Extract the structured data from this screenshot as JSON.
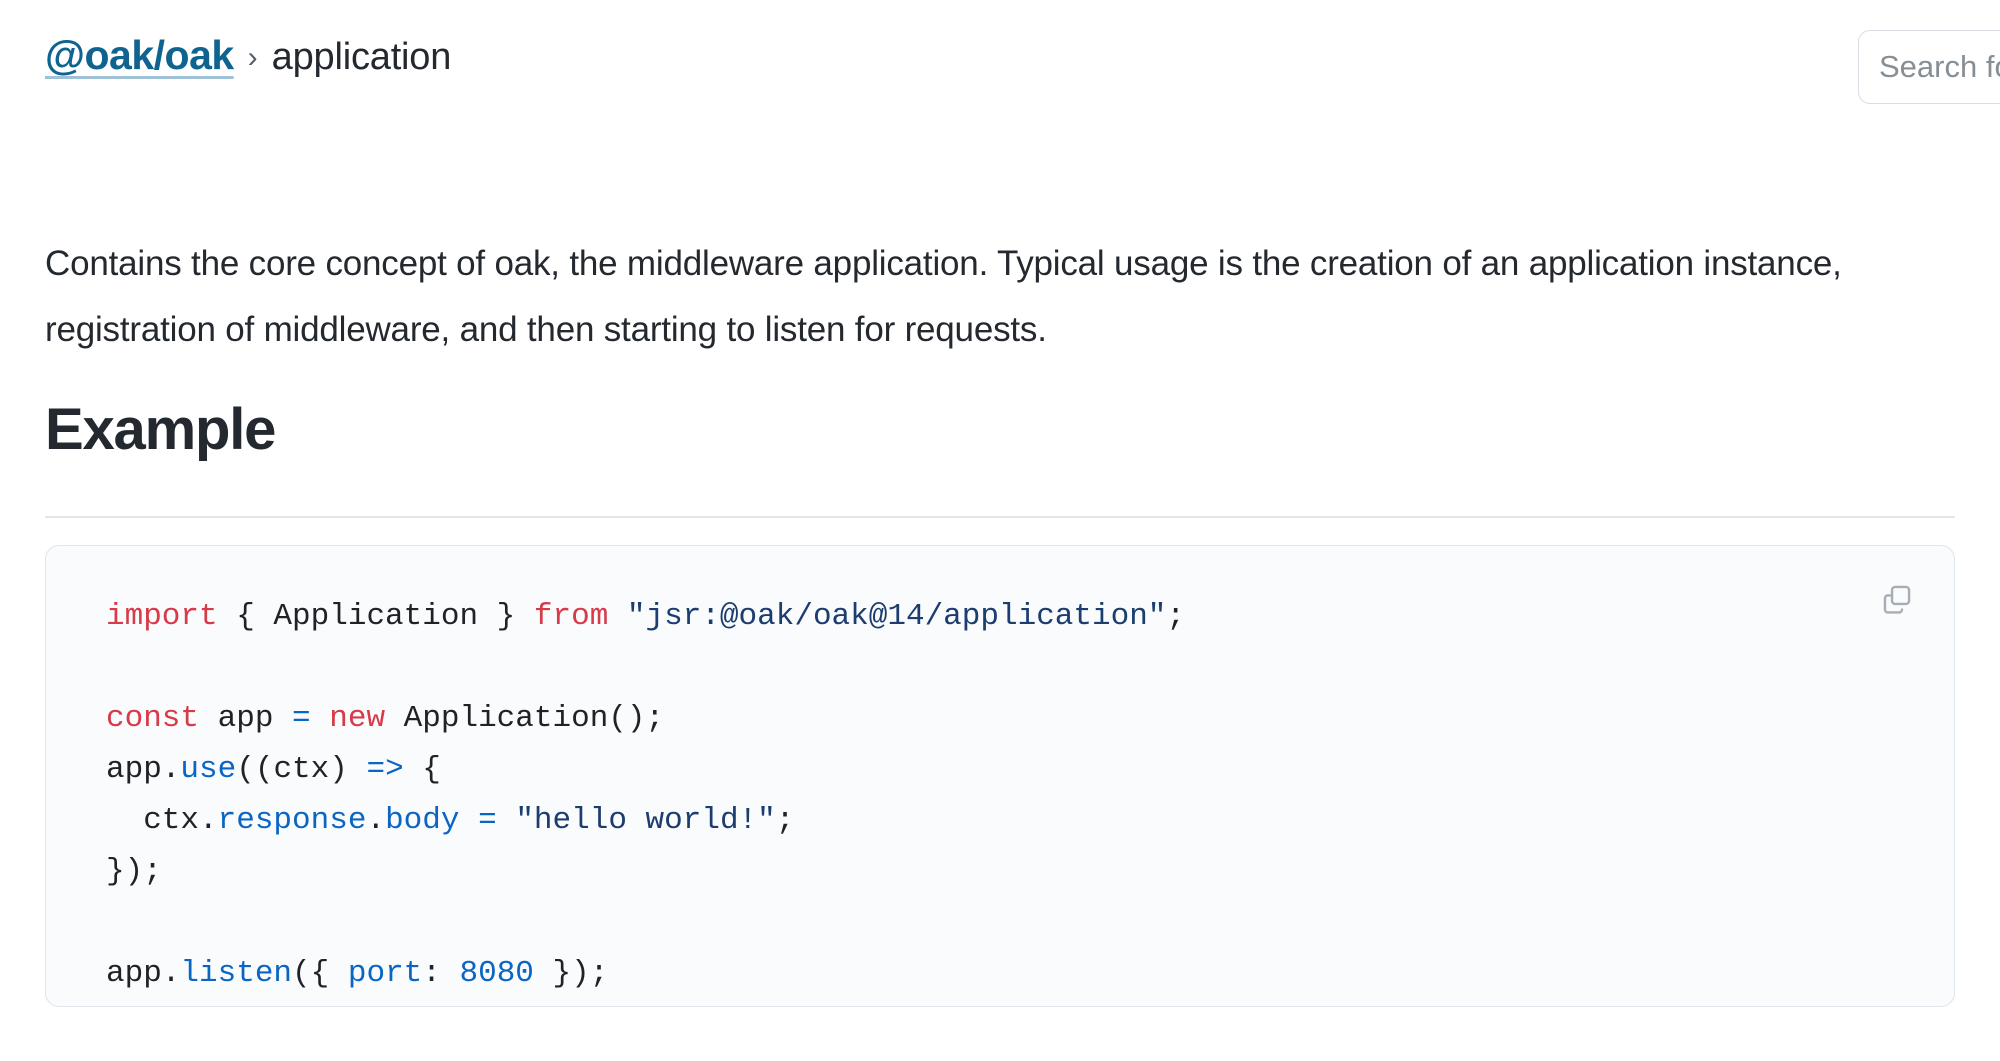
{
  "breadcrumb": {
    "package_link": "@oak/oak",
    "separator": "›",
    "current": "application"
  },
  "search": {
    "placeholder": "Search for symbols",
    "value": ""
  },
  "description": "Contains the core concept of oak, the middleware application. Typical usage is the creation of an application instance, registration of middleware, and then starting to listen for requests.",
  "example": {
    "heading": "Example",
    "copy_icon": "copy-icon",
    "code_lines": [
      [
        {
          "t": "import",
          "c": "tok-kw"
        },
        {
          "t": " { Application } ",
          "c": "tok-plain"
        },
        {
          "t": "from",
          "c": "tok-kw"
        },
        {
          "t": " ",
          "c": "tok-plain"
        },
        {
          "t": "\"jsr:@oak/oak@14/application\"",
          "c": "tok-str"
        },
        {
          "t": ";",
          "c": "tok-plain"
        }
      ],
      [],
      [
        {
          "t": "const",
          "c": "tok-kw"
        },
        {
          "t": " app ",
          "c": "tok-plain"
        },
        {
          "t": "=",
          "c": "tok-op"
        },
        {
          "t": " ",
          "c": "tok-plain"
        },
        {
          "t": "new",
          "c": "tok-kw"
        },
        {
          "t": " Application();",
          "c": "tok-plain"
        }
      ],
      [
        {
          "t": "app.",
          "c": "tok-plain"
        },
        {
          "t": "use",
          "c": "tok-fn"
        },
        {
          "t": "((ctx) ",
          "c": "tok-plain"
        },
        {
          "t": "=>",
          "c": "tok-op"
        },
        {
          "t": " {",
          "c": "tok-plain"
        }
      ],
      [
        {
          "t": "  ctx.",
          "c": "tok-plain"
        },
        {
          "t": "response",
          "c": "tok-prop"
        },
        {
          "t": ".",
          "c": "tok-plain"
        },
        {
          "t": "body",
          "c": "tok-prop"
        },
        {
          "t": " ",
          "c": "tok-plain"
        },
        {
          "t": "=",
          "c": "tok-op"
        },
        {
          "t": " ",
          "c": "tok-plain"
        },
        {
          "t": "\"hello world!\"",
          "c": "tok-str"
        },
        {
          "t": ";",
          "c": "tok-plain"
        }
      ],
      [
        {
          "t": "});",
          "c": "tok-plain"
        }
      ],
      [],
      [
        {
          "t": "app.",
          "c": "tok-plain"
        },
        {
          "t": "listen",
          "c": "tok-fn"
        },
        {
          "t": "({ ",
          "c": "tok-plain"
        },
        {
          "t": "port",
          "c": "tok-prop"
        },
        {
          "t": ": ",
          "c": "tok-plain"
        },
        {
          "t": "8080",
          "c": "tok-num"
        },
        {
          "t": " });",
          "c": "tok-plain"
        }
      ]
    ],
    "code_plain": "import { Application } from \"jsr:@oak/oak@14/application\";\n\nconst app = new Application();\napp.use((ctx) => {\n  ctx.response.body = \"hello world!\";\n});\n\napp.listen({ port: 8080 });"
  },
  "colors": {
    "link_blue": "#0f6391",
    "keyword_red": "#d73a49",
    "string_navy": "#1c3d6e",
    "identifier_blue": "#0b66c3",
    "code_bg": "#f9fbfd",
    "code_border": "#dfe6ee",
    "text": "#24292f",
    "muted": "#6e7781"
  }
}
